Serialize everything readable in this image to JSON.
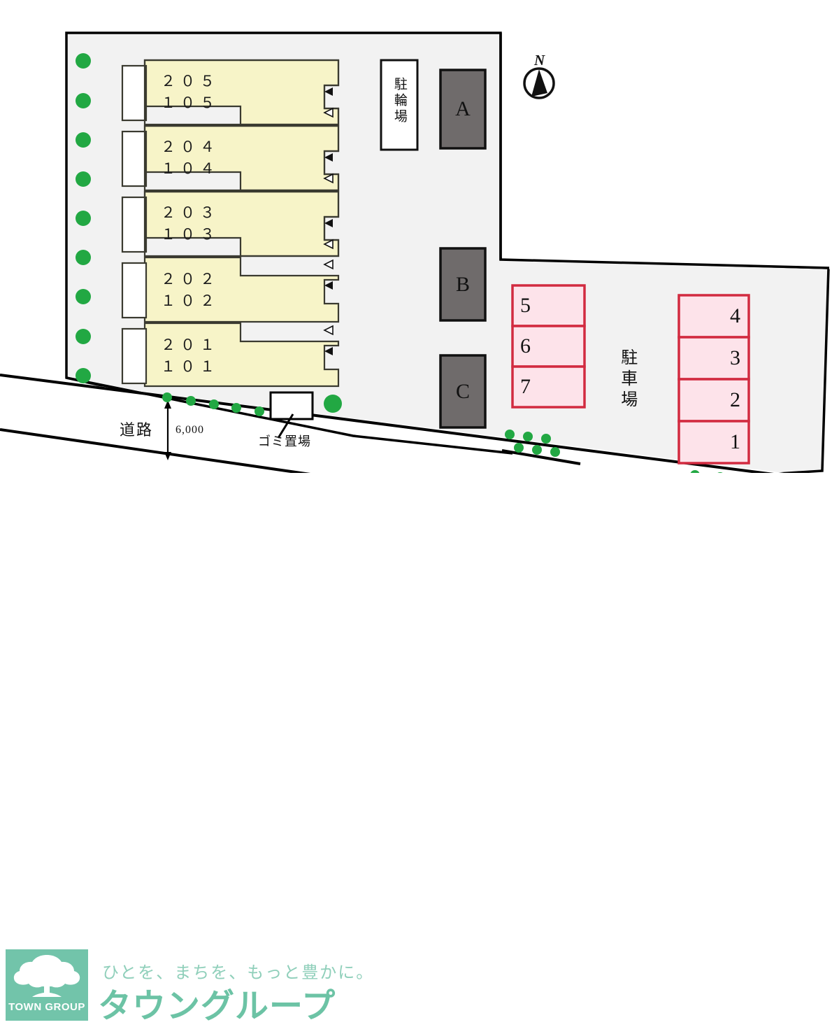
{
  "site": {
    "background_color": "#f2f2f2",
    "outline_color": "#000000",
    "road_label": "道路",
    "road_width_dim": "6,000",
    "garbage_label": "ゴミ置場",
    "bicycle_parking_label": "駐輪場",
    "car_parking_label": "駐車場",
    "compass_label": "N"
  },
  "building": {
    "fill_color": "#f7f4c8",
    "units": [
      {
        "upper": "２０５",
        "lower": "１０５"
      },
      {
        "upper": "２０４",
        "lower": "１０４"
      },
      {
        "upper": "２０３",
        "lower": "１０３"
      },
      {
        "upper": "２０２",
        "lower": "１０２"
      },
      {
        "upper": "２０１",
        "lower": "１０１"
      }
    ]
  },
  "storage_blocks": {
    "fill_color": "#6f6b6b",
    "items": [
      {
        "label": "A"
      },
      {
        "label": "B"
      },
      {
        "label": "C"
      }
    ]
  },
  "parking": {
    "stall_fill": "#fde3ea",
    "stall_border": "#d22b40",
    "left_group": [
      {
        "no": "5"
      },
      {
        "no": "6"
      },
      {
        "no": "7"
      }
    ],
    "right_group": [
      {
        "no": "4"
      },
      {
        "no": "3"
      },
      {
        "no": "2"
      },
      {
        "no": "1"
      }
    ]
  },
  "markers": {
    "tree_dot_color": "#22a843"
  },
  "footer": {
    "badge_text": "TOWN GROUP",
    "badge_color": "#72c4aa",
    "tagline": "ひとを、まちを、もっと豊かに。",
    "brand": "タウングループ",
    "brand_color": "#6cc3a5"
  }
}
